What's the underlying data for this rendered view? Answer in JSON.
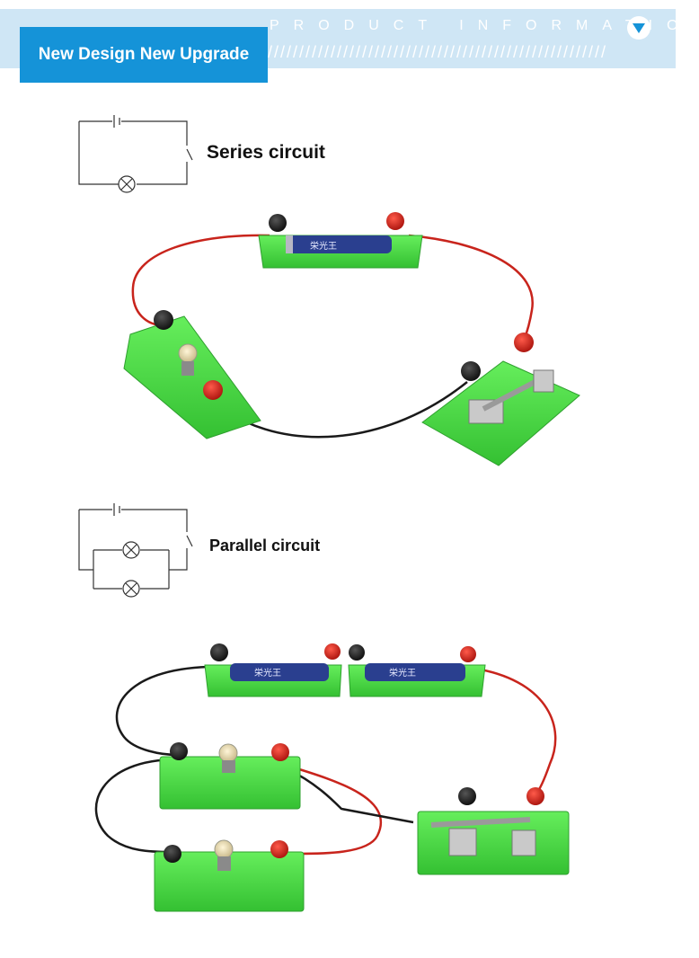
{
  "banner": {
    "title": "New Design New Upgrade",
    "subtitle": "PRODUCT INFORMATION",
    "accent_color": "#1593d8",
    "strip_color": "#cfe6f5",
    "icon": "down-triangle-icon"
  },
  "series": {
    "label": "Series circuit"
  },
  "parallel": {
    "label": "Parallel circuit"
  },
  "colors": {
    "board_green": "#4de04a",
    "board_dark": "#2fb62f",
    "wire_red": "#c8241c",
    "wire_black": "#1a1a1a",
    "battery_blue": "#2a3f8f"
  }
}
